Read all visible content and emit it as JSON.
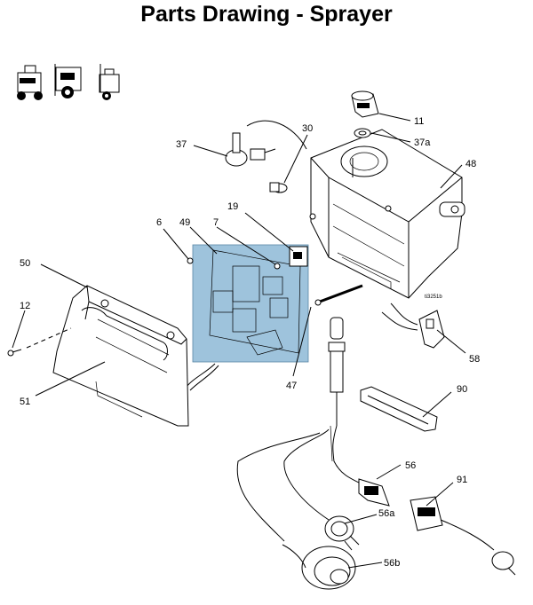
{
  "page": {
    "title": "Parts Drawing - Sprayer",
    "drawing_ref": "ti3251b"
  },
  "colors": {
    "highlight": "#9ec3dc",
    "ink": "#000000"
  },
  "callouts": [
    "11",
    "37a",
    "48",
    "30",
    "37",
    "19",
    "6",
    "49",
    "7",
    "50",
    "12",
    "51",
    "47",
    "58",
    "90",
    "56",
    "91",
    "56a",
    "56b"
  ],
  "icons": [
    "sprayer-model-a-icon",
    "sprayer-model-b-icon",
    "sprayer-model-c-icon"
  ]
}
